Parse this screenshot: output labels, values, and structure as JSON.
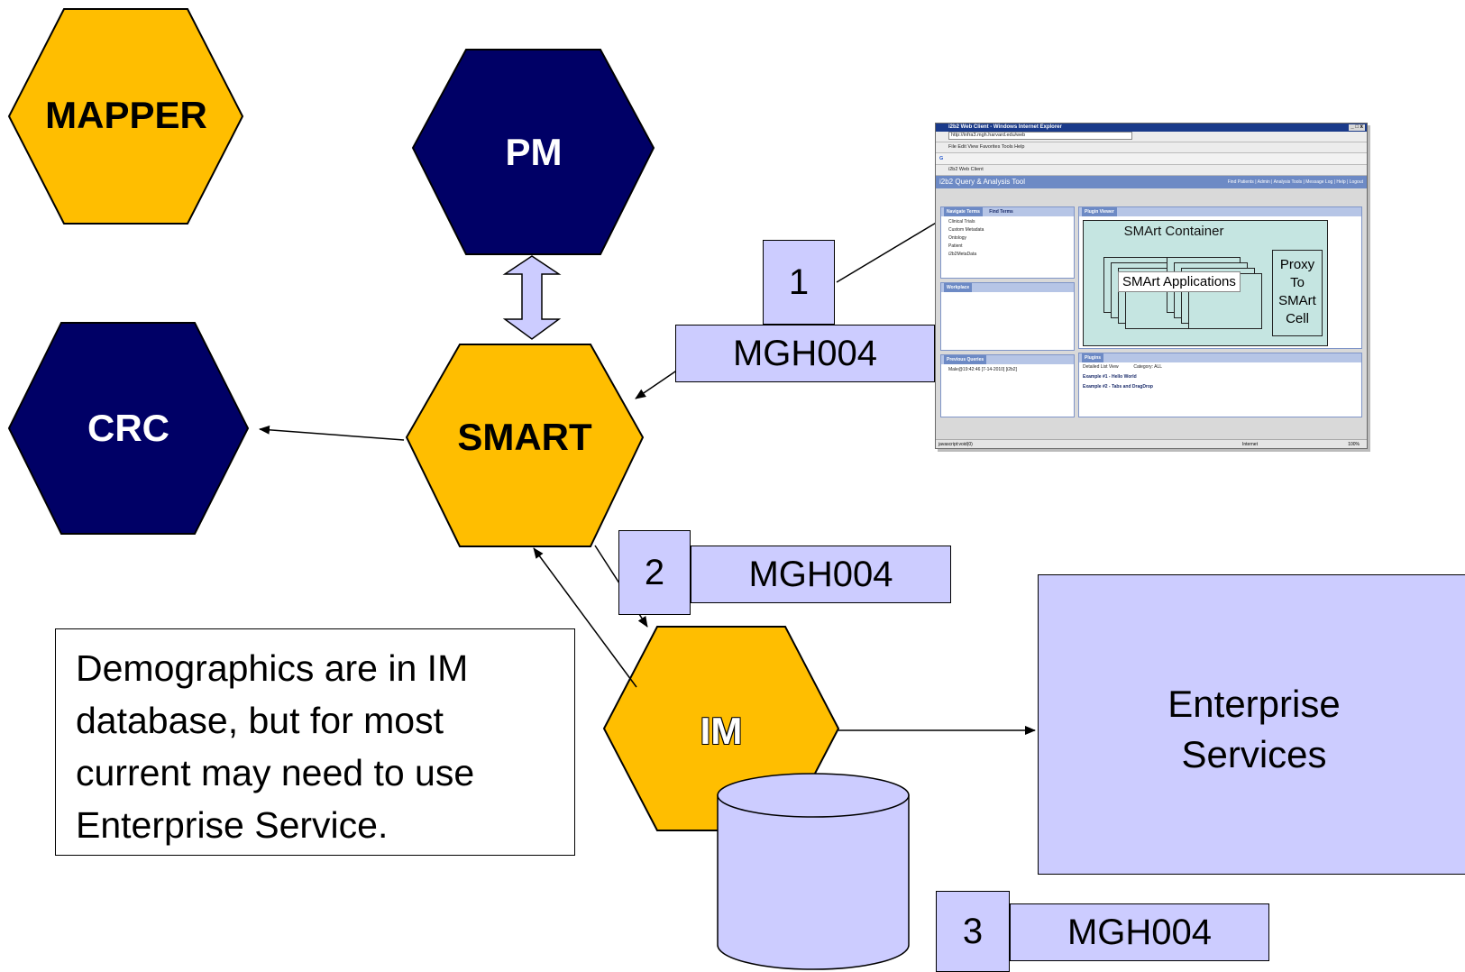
{
  "hexagons": {
    "mapper": "MAPPER",
    "pm": "PM",
    "crc": "CRC",
    "smart": "SMART",
    "im": "IM"
  },
  "steps": [
    {
      "number": "1",
      "id": "MGH004"
    },
    {
      "number": "2",
      "id": "MGH004"
    },
    {
      "number": "3",
      "id": "MGH004"
    }
  ],
  "note": [
    "Demographics are in IM",
    "database, but for most",
    "current may need to use",
    "Enterprise Service."
  ],
  "enterprise": [
    "Enterprise",
    "Services"
  ],
  "browser": {
    "window_title": "i2b2 Web Client - Windows Internet Explorer",
    "address": "http://infra3.mgh.harvard.edu/web",
    "menu": "File  Edit  View  Favorites  Tools  Help",
    "tab": "i2b2 Web Client",
    "app_title": "i2b2 Query & Analysis Tool",
    "app_links": "Find Patients | Admin | Analysis Tools | Message Log | Help | Logout",
    "nav_tab": "Navigate Terms",
    "find_tab": "Find Terms",
    "tree_items": [
      "Clinical Trials",
      "Custom Metadata",
      "Ontology",
      "Patient",
      "i2b2MetaData"
    ],
    "workplace": "Workplace",
    "prev_queries": "Previous Queries",
    "prev_item": "Male@19:42:46 [7-14-2010] [i2b2]",
    "plugin_viewer": "Plugin Viewer",
    "container_title": "SMArt Container",
    "applications": "SMArt Applications",
    "proxy": [
      "Proxy",
      "To",
      "SMArt",
      "Cell"
    ],
    "plugins": "Plugins",
    "list_view": "Detailed List View",
    "category": "Category: ALL",
    "plugin1": "Example #1 - Hello World",
    "plugin2": "Example #2 - Tabs and DragDrop",
    "status": "javascript:void(0)",
    "internet": "Internet",
    "zoom": "100%"
  },
  "colors": {
    "gold_hexagon": "#ffbe00",
    "navy_hexagon": "#000066",
    "lavender_box": "#ccccff"
  }
}
